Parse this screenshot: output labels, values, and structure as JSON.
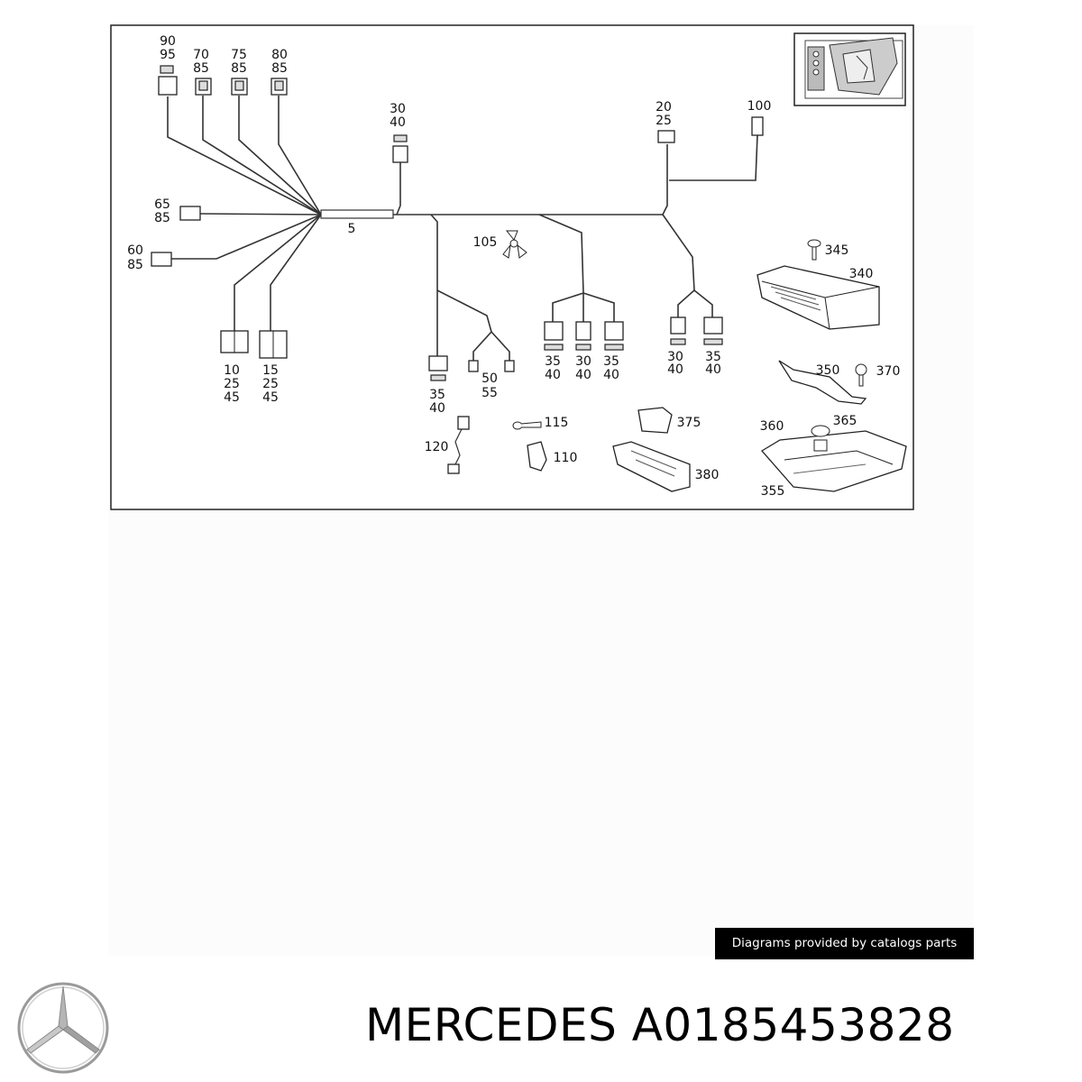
{
  "diagram": {
    "labels": {
      "c90_95": [
        "90",
        "95"
      ],
      "c70_85": [
        "70",
        "85"
      ],
      "c75_85": [
        "75",
        "85"
      ],
      "c80_85": [
        "80",
        "85"
      ],
      "c30_40_top": [
        "30",
        "40"
      ],
      "c20_25": [
        "20",
        "25"
      ],
      "c100": "100",
      "c65_85": [
        "65",
        "85"
      ],
      "c60_85": [
        "60",
        "85"
      ],
      "harness_5": "5",
      "fan_105": "105",
      "c10_25_45": [
        "10",
        "25",
        "45"
      ],
      "c15_25_45": [
        "15",
        "25",
        "45"
      ],
      "c35_40_mid": [
        "35",
        "40"
      ],
      "c50_55": [
        "50",
        "55"
      ],
      "c35_40_a": [
        "35",
        "40"
      ],
      "c30_40_a": [
        "30",
        "40"
      ],
      "c35_40_b": [
        "35",
        "40"
      ],
      "c30_40_b": [
        "30",
        "40"
      ],
      "c35_40_c": [
        "35",
        "40"
      ],
      "screw_345": "345",
      "module_340": "340",
      "bracket_350": "350",
      "bolt_370": "370",
      "part_360": "360",
      "nut_365": "365",
      "bracket_355": "355",
      "screw_115": "115",
      "sensor_120": "120",
      "clip_110": "110",
      "part_375": "375",
      "holder_380": "380"
    }
  },
  "credit": "Diagrams provided by catalogs parts",
  "brand": {
    "title": "MERCEDES A0185453828",
    "logo_icon": "mercedes-star-logo"
  }
}
